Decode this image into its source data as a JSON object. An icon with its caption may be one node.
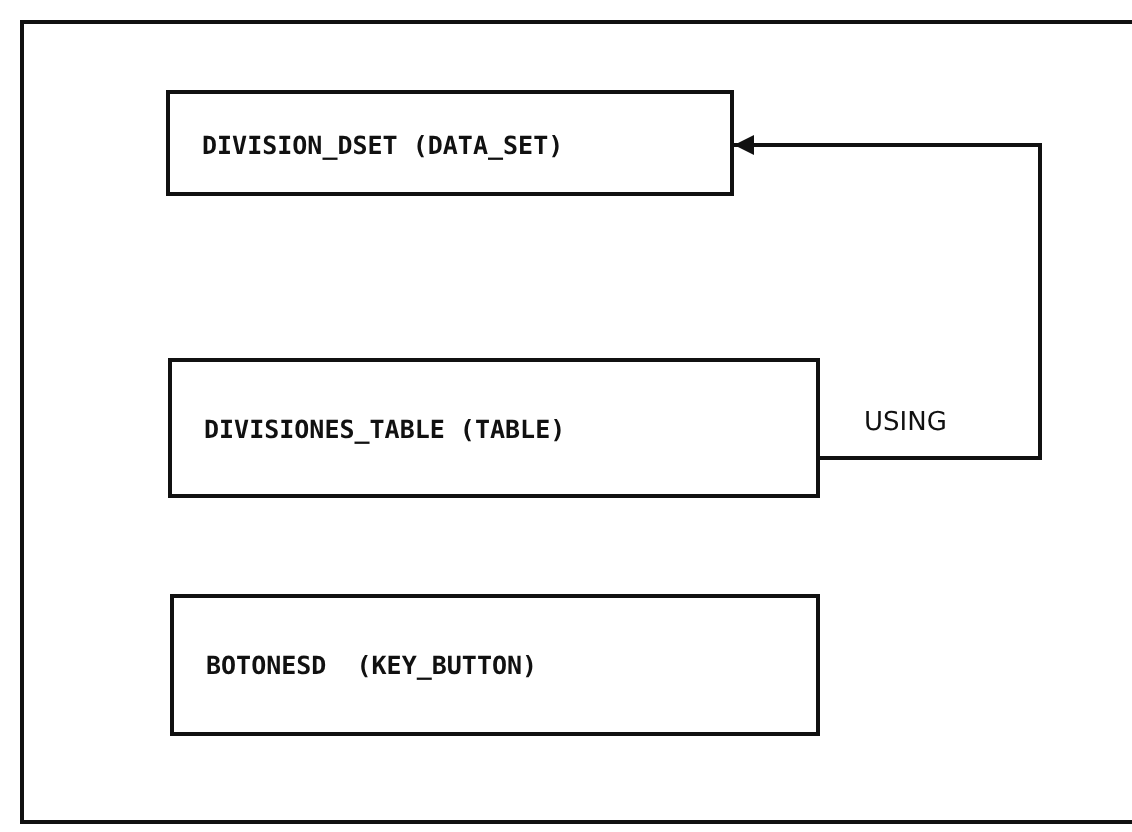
{
  "diagram": {
    "nodes": [
      {
        "text": [],
        "shape": "box"
      },
      {
        "text": [
          "DIVISION_DSET (DATA_SET)"
        ],
        "in": 0
      },
      {
        "text": [
          "DIVISIONES_TABLE (TABLE)"
        ],
        "in": 0
      },
      {
        "text": [
          "BOTONESD  (KEY_BUTTON)"
        ],
        "in": 0
      }
    ],
    "edges": [
      {
        "from": 2,
        "to": 1,
        "arrow": "to",
        "label": "USING"
      }
    ]
  }
}
